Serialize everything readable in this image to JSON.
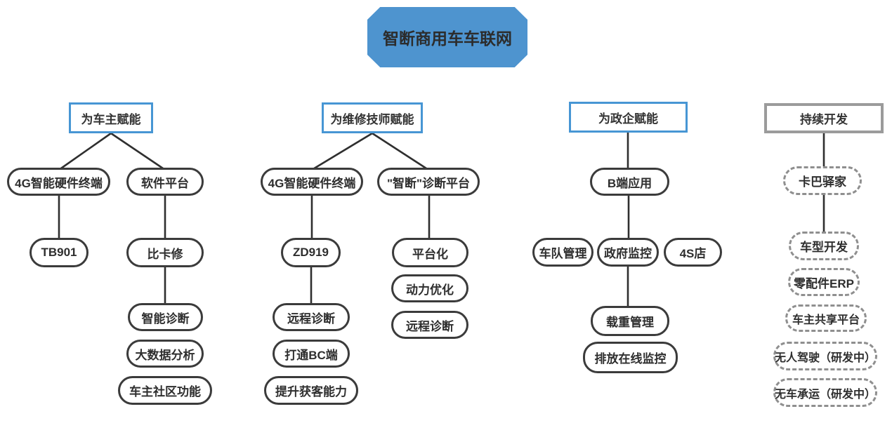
{
  "title": "智断商用车车联网",
  "colors": {
    "title_fill": "#4E94CF",
    "header_border_blue": "#4796D4",
    "header_border_gray": "#9B9B9B",
    "node_border": "#3B3B3B",
    "dashed_border": "#8F8F8F",
    "line": "#2F2F2F",
    "text": "#2D2D2D"
  },
  "columns": [
    {
      "header": "为车主赋能",
      "nodes": {
        "hw": "4G智能硬件终端",
        "sw": "软件平台",
        "tb901": "TB901",
        "bkx": "比卡修",
        "zn": "智能诊断",
        "dsj": "大数据分析",
        "sq": "车主社区功能"
      }
    },
    {
      "header": "为维修技师赋能",
      "nodes": {
        "hw": "4G智能硬件终端",
        "pt": "\"智断\"诊断平台",
        "zd919": "ZD919",
        "pth": "平台化",
        "dl": "动力优化",
        "yc_right": "远程诊断",
        "yc_left": "远程诊断",
        "bc": "打通BC端",
        "hk": "提升获客能力"
      }
    },
    {
      "header": "为政企赋能",
      "nodes": {
        "bapp": "B端应用",
        "fleet": "车队管理",
        "gov": "政府监控",
        "s4": "4S店",
        "load": "载重管理",
        "emission": "排放在线监控"
      }
    },
    {
      "header": "持续开发",
      "nodes": {
        "kaba": "卡巴驿家",
        "model": "车型开发",
        "erp": "零配件ERP",
        "share": "车主共享平台",
        "auto": "无人驾驶（研发中）",
        "carrier": "无车承运（研发中）"
      }
    }
  ]
}
